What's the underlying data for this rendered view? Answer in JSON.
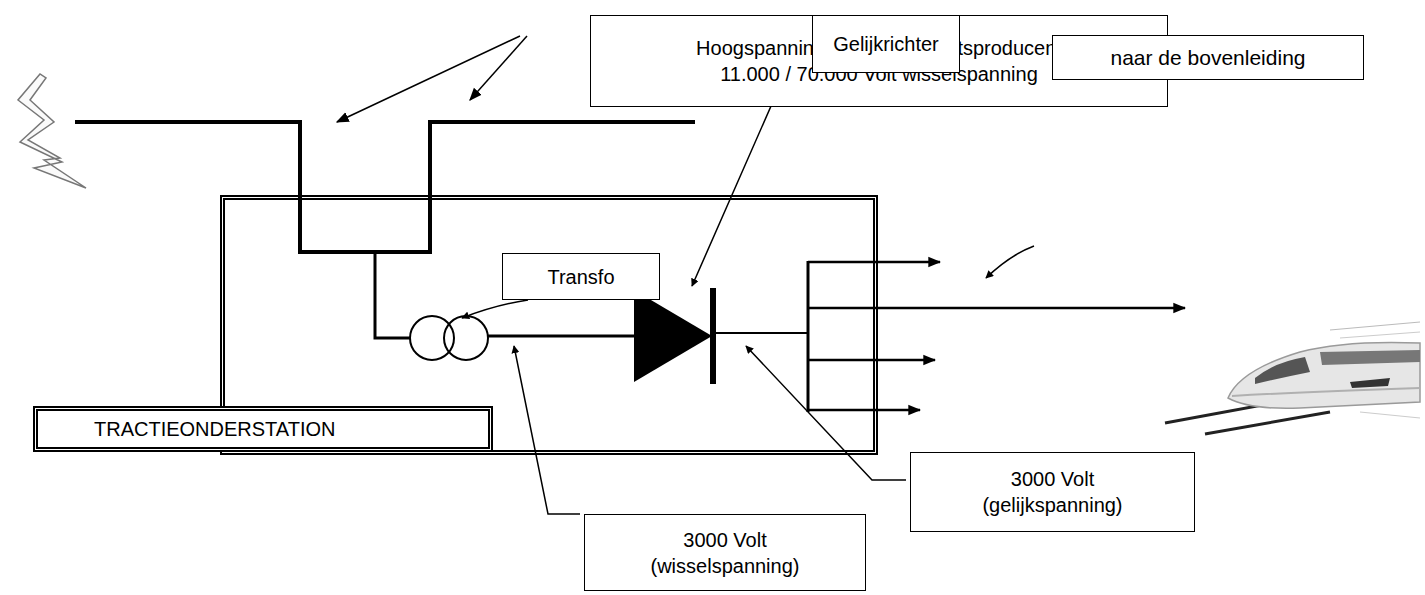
{
  "diagram": {
    "nodes": [
      {
        "text": [
          "TRACTIEONDERSTATION"
        ]
      },
      {
        "text": [
          "Hoogspanning van elektriciteitsproducent 11.000 / 70.000 Volt wisselspanning"
        ]
      },
      {
        "text": [
          "Transfo"
        ],
        "in": 0
      },
      {
        "text": [
          "Gelijkrichter"
        ]
      },
      {
        "text": [
          "naar de bovenleiding"
        ]
      },
      {
        "text": [
          "3000 Volt (gelijkspanning)"
        ]
      },
      {
        "text": [
          "3000 Volt (wisselspanning)"
        ]
      }
    ]
  }
}
